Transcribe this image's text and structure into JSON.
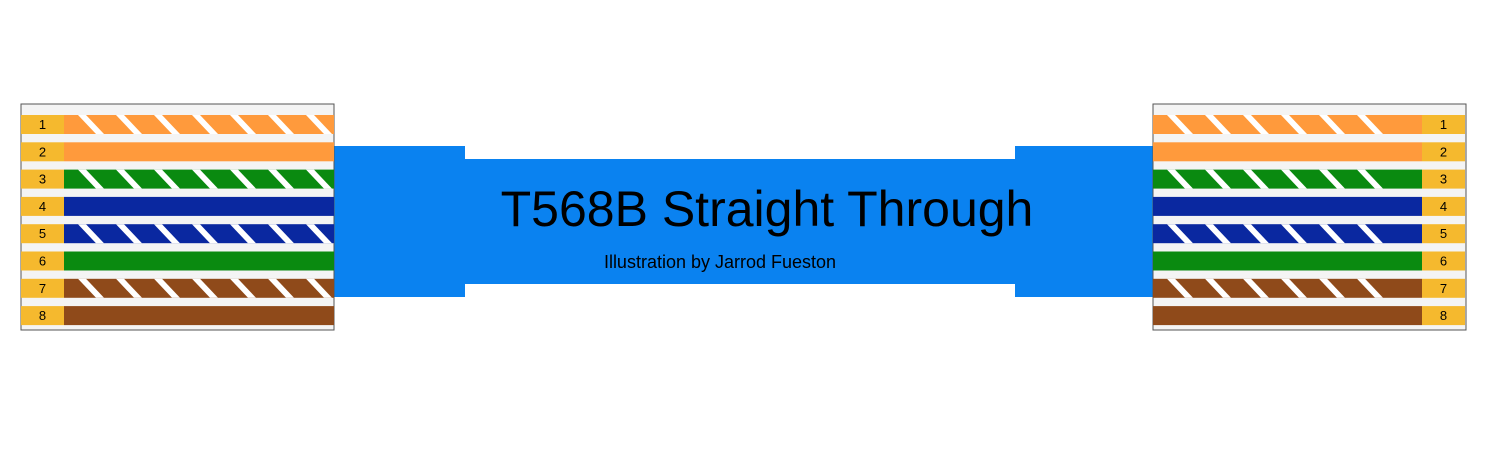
{
  "diagram": {
    "title": "T568B Straight Through",
    "subtitle": "Illustration by Jarrod Fueston",
    "colors": {
      "cable": "#0a82f0",
      "pin_tab": "#f5b92e",
      "connector_bg": "#f4f4f4",
      "connector_border": "#555555",
      "stripe": "#ffffff"
    },
    "pins": [
      {
        "pin": "1",
        "wire": "white-orange",
        "color": "#ff9a3c",
        "striped": true
      },
      {
        "pin": "2",
        "wire": "orange",
        "color": "#ff9a3c",
        "striped": false
      },
      {
        "pin": "3",
        "wire": "white-green",
        "color": "#0a8a10",
        "striped": true
      },
      {
        "pin": "4",
        "wire": "blue",
        "color": "#0a28a0",
        "striped": false
      },
      {
        "pin": "5",
        "wire": "white-blue",
        "color": "#0a28a0",
        "striped": true
      },
      {
        "pin": "6",
        "wire": "green",
        "color": "#0a8a10",
        "striped": false
      },
      {
        "pin": "7",
        "wire": "white-brown",
        "color": "#8f4a1a",
        "striped": true
      },
      {
        "pin": "8",
        "wire": "brown",
        "color": "#8f4a1a",
        "striped": false
      }
    ]
  }
}
